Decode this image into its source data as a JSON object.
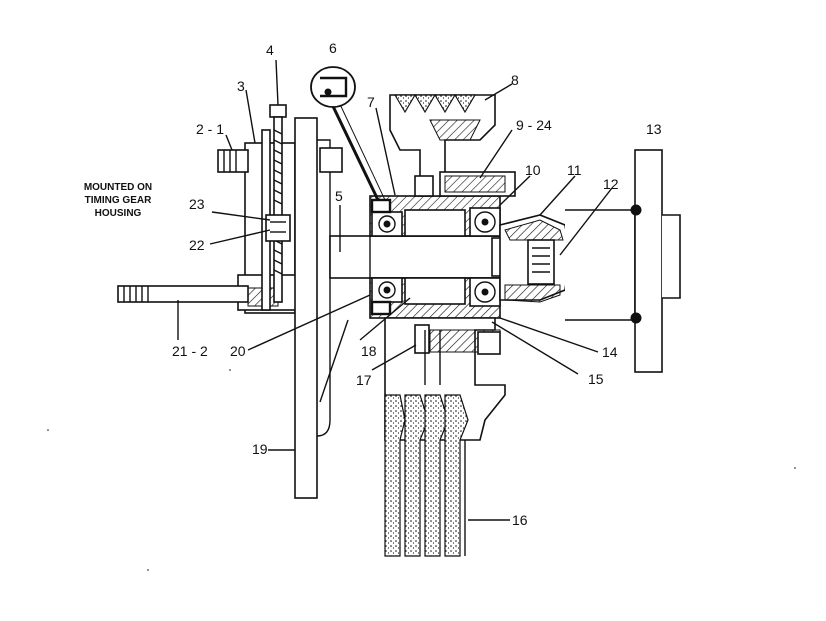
{
  "note": {
    "lines": [
      "MOUNTED ON",
      "TIMING GEAR",
      "HOUSING"
    ]
  },
  "callouts": [
    {
      "id": "c2_1",
      "text": "2 - 1"
    },
    {
      "id": "c3",
      "text": "3"
    },
    {
      "id": "c4",
      "text": "4"
    },
    {
      "id": "c5",
      "text": "5"
    },
    {
      "id": "c6",
      "text": "6"
    },
    {
      "id": "c7",
      "text": "7"
    },
    {
      "id": "c8",
      "text": "8"
    },
    {
      "id": "c9_24",
      "text": "9 - 24"
    },
    {
      "id": "c10",
      "text": "10"
    },
    {
      "id": "c11",
      "text": "11"
    },
    {
      "id": "c12",
      "text": "12"
    },
    {
      "id": "c13",
      "text": "13"
    },
    {
      "id": "c14",
      "text": "14"
    },
    {
      "id": "c15",
      "text": "15"
    },
    {
      "id": "c16",
      "text": "16"
    },
    {
      "id": "c17",
      "text": "17"
    },
    {
      "id": "c18",
      "text": "18"
    },
    {
      "id": "c19",
      "text": "19"
    },
    {
      "id": "c20",
      "text": "20"
    },
    {
      "id": "c21_2",
      "text": "21 - 2"
    },
    {
      "id": "c22",
      "text": "22"
    },
    {
      "id": "c23",
      "text": "23"
    }
  ]
}
